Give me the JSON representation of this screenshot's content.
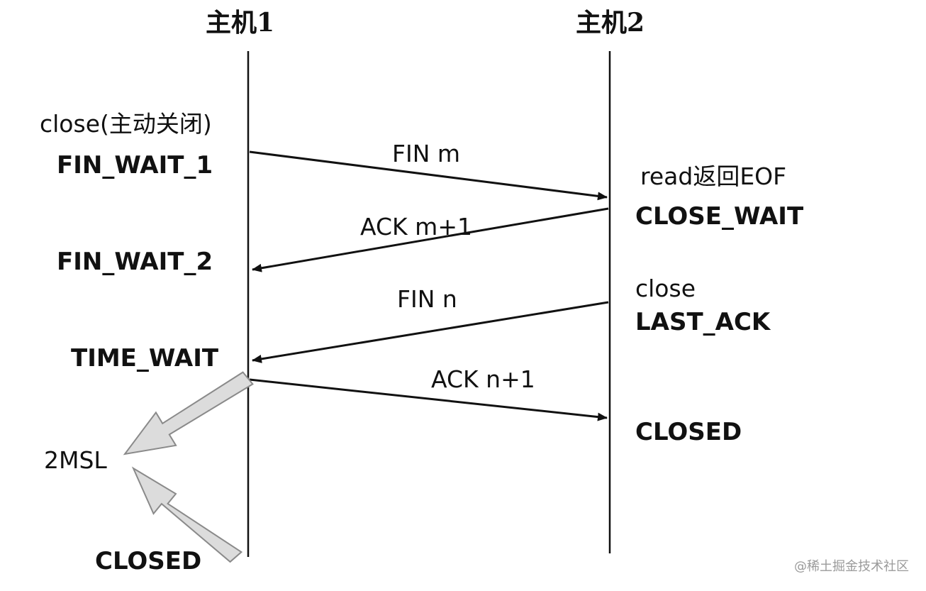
{
  "hosts": {
    "host1": "主机1",
    "host2": "主机2"
  },
  "host1_side": {
    "close_active": "close(主动关闭)",
    "fin_wait_1": "FIN_WAIT_1",
    "fin_wait_2": "FIN_WAIT_2",
    "time_wait": "TIME_WAIT",
    "msl": "2MSL",
    "closed": "CLOSED"
  },
  "host2_side": {
    "read_eof": "read返回EOF",
    "close_wait": "CLOSE_WAIT",
    "close": "close",
    "last_ack": "LAST_ACK",
    "closed": "CLOSED"
  },
  "messages": {
    "fin_m": "FIN m",
    "ack_m1": "ACK m+1",
    "fin_n": "FIN n",
    "ack_n1": "ACK n+1"
  },
  "watermark": "@稀土掘金技术社区",
  "colors": {
    "line": "#111111",
    "hollow_arrow_fill": "#dcdcdc",
    "hollow_arrow_stroke": "#8a8a8a",
    "watermark": "#9a9a9a"
  }
}
